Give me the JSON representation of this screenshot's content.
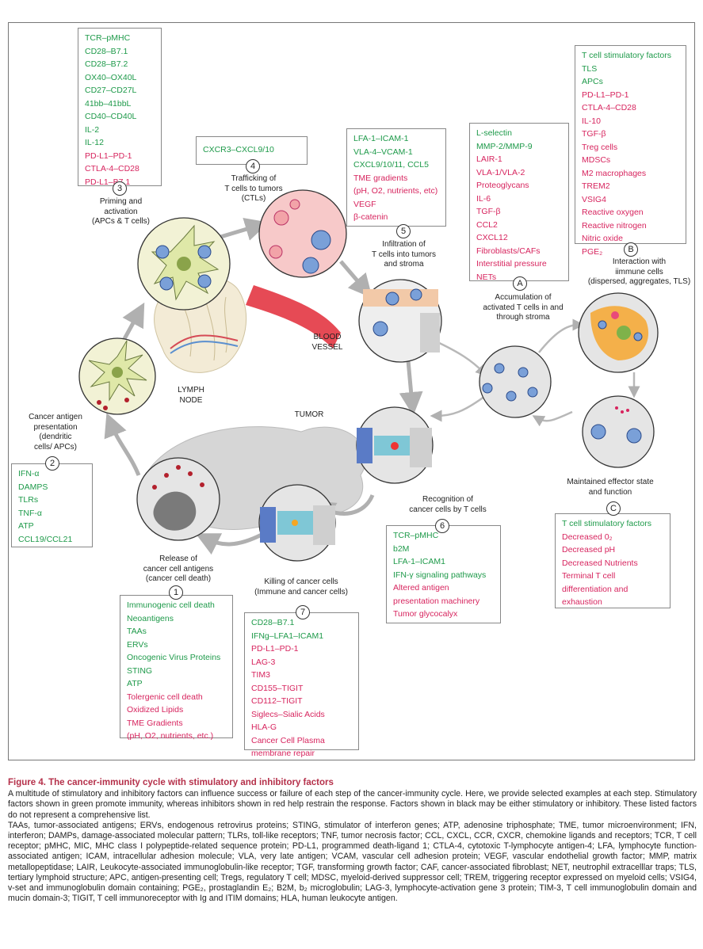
{
  "boxes": {
    "b3": {
      "items": [
        {
          "t": "TCR–pMHC",
          "c": "g"
        },
        {
          "t": "CD28–B7.1",
          "c": "g"
        },
        {
          "t": "CD28–B7.2",
          "c": "g"
        },
        {
          "t": "OX40–OX40L",
          "c": "g"
        },
        {
          "t": "CD27–CD27L",
          "c": "g"
        },
        {
          "t": "41bb–41bbL",
          "c": "g"
        },
        {
          "t": "CD40–CD40L",
          "c": "g"
        },
        {
          "t": "IL-2",
          "c": "g"
        },
        {
          "t": "IL-12",
          "c": "g"
        },
        {
          "t": "PD-L1–PD-1",
          "c": "r"
        },
        {
          "t": "CTLA-4–CD28",
          "c": "r"
        },
        {
          "t": "PD-L1–B7.1",
          "c": "r"
        }
      ]
    },
    "b4": {
      "items": [
        {
          "t": "CXCR3–CXCL9/10",
          "c": "g"
        }
      ]
    },
    "b5": {
      "items": [
        {
          "t": "LFA-1–ICAM-1",
          "c": "g"
        },
        {
          "t": "VLA-4–VCAM-1",
          "c": "g"
        },
        {
          "t": "CXCL9/10/11, CCL5",
          "c": "g"
        },
        {
          "t": "TME gradients",
          "c": "r"
        },
        {
          "t": "(pH, O2, nutrients, etc)",
          "c": "r"
        },
        {
          "t": "VEGF",
          "c": "r"
        },
        {
          "t": "β-catenin",
          "c": "r"
        }
      ]
    },
    "bA": {
      "items": [
        {
          "t": "L-selectin",
          "c": "g"
        },
        {
          "t": "MMP-2/MMP-9",
          "c": "g"
        },
        {
          "t": "LAIR-1",
          "c": "r"
        },
        {
          "t": "VLA-1/VLA-2",
          "c": "r"
        },
        {
          "t": "Proteoglycans",
          "c": "r"
        },
        {
          "t": "IL-6",
          "c": "r"
        },
        {
          "t": "TGF-β",
          "c": "r"
        },
        {
          "t": "CCL2",
          "c": "r"
        },
        {
          "t": "CXCL12",
          "c": "r"
        },
        {
          "t": "Fibroblasts/CAFs",
          "c": "r"
        },
        {
          "t": "Interstitial pressure",
          "c": "r"
        },
        {
          "t": "NETs",
          "c": "r"
        }
      ]
    },
    "bB": {
      "items": [
        {
          "t": "T cell stimulatory factors",
          "c": "g"
        },
        {
          "t": "TLS",
          "c": "g"
        },
        {
          "t": "APCs",
          "c": "g"
        },
        {
          "t": "PD-L1–PD-1",
          "c": "r"
        },
        {
          "t": "CTLA-4–CD28",
          "c": "r"
        },
        {
          "t": "IL-10",
          "c": "r"
        },
        {
          "t": "TGF-β",
          "c": "r"
        },
        {
          "t": "Treg cells",
          "c": "r"
        },
        {
          "t": "MDSCs",
          "c": "r"
        },
        {
          "t": "M2 macrophages",
          "c": "r"
        },
        {
          "t": "TREM2",
          "c": "r"
        },
        {
          "t": "VSIG4",
          "c": "r"
        },
        {
          "t": "Reactive oxygen",
          "c": "r"
        },
        {
          "t": "Reactive nitrogen",
          "c": "r"
        },
        {
          "t": "Nitric oxide",
          "c": "r"
        },
        {
          "t": "PGE₂",
          "c": "r"
        }
      ]
    },
    "b2": {
      "items": [
        {
          "t": "IFN-α",
          "c": "g"
        },
        {
          "t": "DAMPS",
          "c": "g"
        },
        {
          "t": "TLRs",
          "c": "g"
        },
        {
          "t": "TNF-α",
          "c": "g"
        },
        {
          "t": "ATP",
          "c": "g"
        },
        {
          "t": "CCL19/CCL21",
          "c": "g"
        }
      ]
    },
    "b1": {
      "items": [
        {
          "t": "Immunogenic cell death",
          "c": "g"
        },
        {
          "t": "Neoantigens",
          "c": "g"
        },
        {
          "t": "TAAs",
          "c": "g"
        },
        {
          "t": "ERVs",
          "c": "g"
        },
        {
          "t": "Oncogenic Virus Proteins",
          "c": "g"
        },
        {
          "t": "STING",
          "c": "g"
        },
        {
          "t": "ATP",
          "c": "g"
        },
        {
          "t": "Tolergenic cell death",
          "c": "r"
        },
        {
          "t": "Oxidized Lipids",
          "c": "r"
        },
        {
          "t": "TME Gradients",
          "c": "r"
        },
        {
          "t": "(pH, O2, nutrients, etc.)",
          "c": "r"
        }
      ]
    },
    "b7": {
      "items": [
        {
          "t": "CD28–B7.1",
          "c": "g"
        },
        {
          "t": "IFNg–LFA1–ICAM1",
          "c": "g"
        },
        {
          "t": "PD-L1–PD-1",
          "c": "r"
        },
        {
          "t": "LAG-3",
          "c": "r"
        },
        {
          "t": "TIM3",
          "c": "r"
        },
        {
          "t": "CD155–TIGIT",
          "c": "r"
        },
        {
          "t": "CD112–TIGIT",
          "c": "r"
        },
        {
          "t": "Siglecs–Sialic Acids",
          "c": "r"
        },
        {
          "t": "HLA-G",
          "c": "r"
        },
        {
          "t": "Cancer Cell Plasma",
          "c": "r"
        },
        {
          "t": "membrane repair",
          "c": "r"
        }
      ]
    },
    "b6": {
      "items": [
        {
          "t": "TCR–pMHC",
          "c": "g"
        },
        {
          "t": "b2M",
          "c": "g"
        },
        {
          "t": "LFA-1–ICAM1",
          "c": "g"
        },
        {
          "t": "IFN-γ signaling pathways",
          "c": "g"
        },
        {
          "t": "Altered antigen",
          "c": "r"
        },
        {
          "t": "presentation machinery",
          "c": "r"
        },
        {
          "t": "Tumor glycocalyx",
          "c": "r"
        }
      ]
    },
    "bC": {
      "items": [
        {
          "t": "T cell stimulatory factors",
          "c": "g"
        },
        {
          "t": "Decreased 0₂",
          "c": "r"
        },
        {
          "t": "Decreased pH",
          "c": "r"
        },
        {
          "t": "Decreased Nutrients",
          "c": "r"
        },
        {
          "t": "Terminal T cell",
          "c": "r"
        },
        {
          "t": "differentiation and",
          "c": "r"
        },
        {
          "t": "exhaustion",
          "c": "r"
        }
      ]
    }
  },
  "steps": {
    "n3": "3",
    "n4": "4",
    "n5": "5",
    "nA": "A",
    "nB": "B",
    "n2": "2",
    "n1": "1",
    "n7": "7",
    "n6": "6",
    "nC": "C"
  },
  "labels": {
    "step3": "Priming and\nactivation\n(APCs & T cells)",
    "step4": "Trafficking of\nT cells to tumors\n(CTLs)",
    "step5": "Infiltration of\nT cells into tumors\nand stroma",
    "stepA": "Accumulation of\nactivated T cells in and\nthrough stroma",
    "stepB": "Interaction with\niimmune cells\n(dispersed, aggregates, TLS)",
    "step2": "Cancer antigen\npresentation\n(dendritic\ncells/ APCs)",
    "step1": "Release of\ncancer cell antigens\n(cancer cell death)",
    "step7": "Killing of cancer cells\n(Immune and cancer cells)",
    "step6": "Recognition of\ncancer cells by T cells",
    "stepC": "Maintained effector state\nand function",
    "blood": "BLOOD\nVESSEL",
    "lymph": "LYMPH\nNODE",
    "tumor": "TUMOR"
  },
  "caption": {
    "title": "Figure 4. The cancer-immunity cycle with stimulatory and inhibitory factors",
    "body": "A multitude of stimulatory and inhibitory factors can influence success or failure of each step of the cancer-immunity cycle. Here, we provide selected examples at each step. Stimulatory factors shown in green promote immunity, whereas inhibitors shown in red help restrain the response. Factors shown in black may be either stimulatory or inhibitory. These listed factors do not represent a comprehensive list.",
    "abbr": "TAAs, tumor-associated antigens; ERVs, endogenous retrovirus proteins; STING, stimulator of interferon genes; ATP, adenosine triphosphate; TME, tumor microenvironment; IFN, interferon; DAMPs, damage-associated molecular pattern; TLRs, toll-like receptors; TNF, tumor necrosis factor; CCL, CXCL, CCR, CXCR, chemokine ligands and receptors; TCR, T cell receptor; pMHC, MIC, MHC class I polypeptide-related sequence protein; PD-L1, programmed death-ligand 1; CTLA-4, cytotoxic T-lymphocyte antigen-4; LFA, lymphocyte function-associated antigen; ICAM, intracellular adhesion molecule; VLA, very late antigen; VCAM, vascular cell adhesion protein; VEGF, vascular endothelial growth factor; MMP, matrix metallopeptidase; LAIR, Leukocyte-associated immunoglobulin-like receptor; TGF, transforming growth factor; CAF, cancer-associated fibroblast; NET, neutrophil extracelllar traps; TLS, tertiary lymphoid structure; APC, antigen-presenting cell; Tregs, regulatory T cell; MDSC, myeloid-derived suppressor cell; TREM, triggering receptor expressed on myeloid cells; VSIG4, v-set and immunoglobulin domain containing; PGE₂, prostaglandin E₂; B2M, b₂ microglobulin; LAG-3, lymphocyte-activation gene 3 protein; TIM-3, T cell immunoglobulin domain and mucin domain-3; TIGIT, T cell immunoreceptor with Ig and ITIM domains; HLA, human leukocyte antigen."
  }
}
